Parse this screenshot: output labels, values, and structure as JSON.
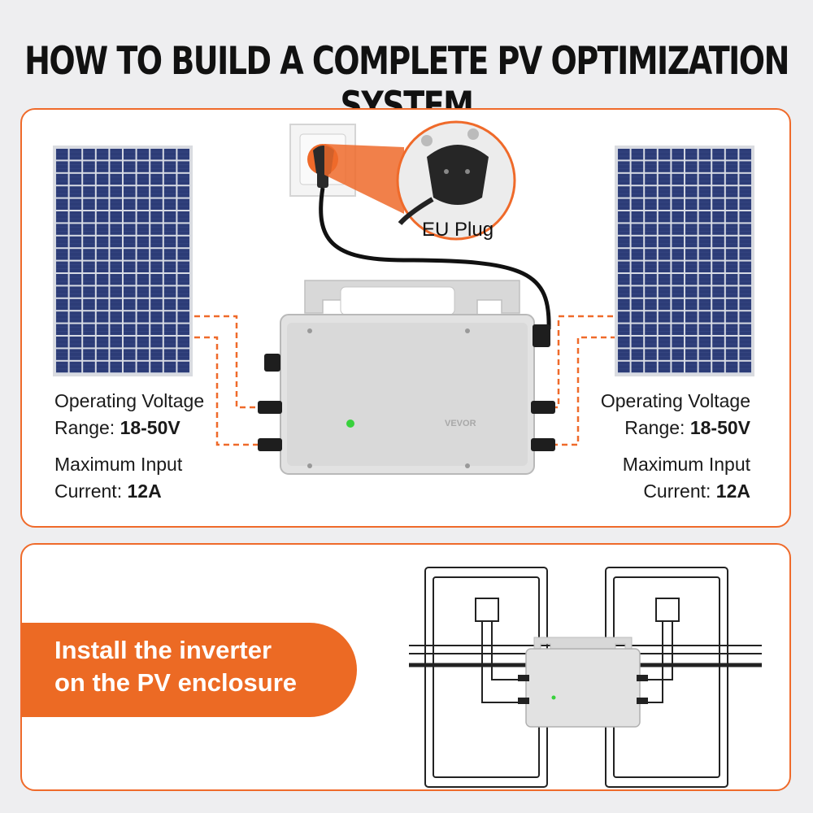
{
  "title": "HOW TO BUILD A COMPLETE PV OPTIMIZATION SYSTEM",
  "plug": {
    "label": "EU Plug"
  },
  "left_spec": {
    "voltage_label": "Operating Voltage",
    "range_prefix": "Range:",
    "range_value": "18-50V",
    "current_label": "Maximum Input",
    "current_prefix": "Current:",
    "current_value": "12A"
  },
  "right_spec": {
    "voltage_label": "Operating Voltage",
    "range_prefix": "Range:",
    "range_value": "18-50V",
    "current_label": "Maximum Input",
    "current_prefix": "Current:",
    "current_value": "12A"
  },
  "inverter": {
    "brand": "VEVOR"
  },
  "install": {
    "line1": "Install the inverter",
    "line2": "on the PV enclosure"
  },
  "colors": {
    "accent": "#ef6a2a",
    "panel_cell": "#2c3c77",
    "status_led": "#38d13c"
  }
}
